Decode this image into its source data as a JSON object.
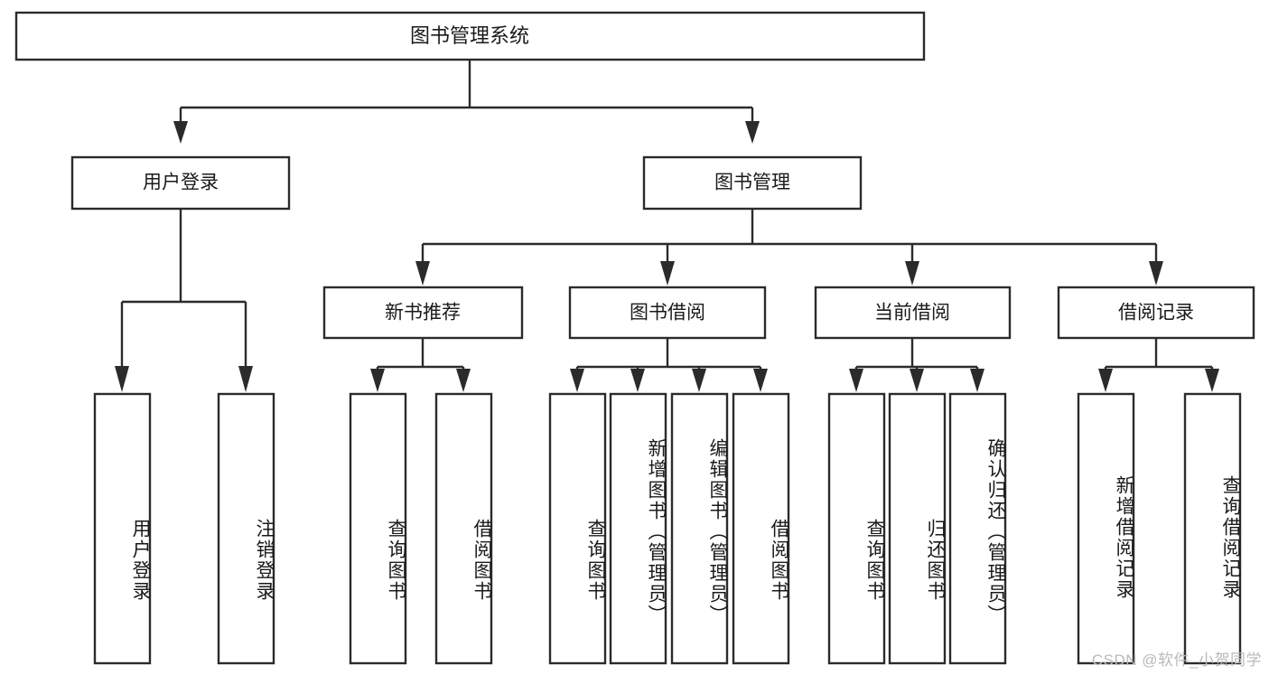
{
  "diagram": {
    "title_box": {
      "label": "图书管理系统"
    },
    "level2": [
      {
        "id": "user-login",
        "label": "用户登录"
      },
      {
        "id": "book-management",
        "label": "图书管理"
      }
    ],
    "level3": [
      {
        "id": "new-book-recommend",
        "label": "新书推荐"
      },
      {
        "id": "book-borrow",
        "label": "图书借阅"
      },
      {
        "id": "current-borrow",
        "label": "当前借阅"
      },
      {
        "id": "borrow-record",
        "label": "借阅记录"
      }
    ],
    "leaves": {
      "user_login": [
        {
          "id": "leaf-user-login",
          "label": "用户登录"
        },
        {
          "id": "leaf-logout-login",
          "label": "注销登录"
        }
      ],
      "new_book_recommend": [
        {
          "id": "leaf-query-book-1",
          "label": "查询图书"
        },
        {
          "id": "leaf-borrow-book-1",
          "label": "借阅图书"
        }
      ],
      "book_borrow": [
        {
          "id": "leaf-query-book-2",
          "label": "查询图书"
        },
        {
          "id": "leaf-add-book-admin",
          "label": "新增图书（管理员）"
        },
        {
          "id": "leaf-edit-book-admin",
          "label": "编辑图书（管理员）"
        },
        {
          "id": "leaf-borrow-book-2",
          "label": "借阅图书"
        }
      ],
      "current_borrow": [
        {
          "id": "leaf-query-book-3",
          "label": "查询图书"
        },
        {
          "id": "leaf-return-book",
          "label": "归还图书"
        },
        {
          "id": "leaf-confirm-return-admin",
          "label": "确认归还（管理员）"
        }
      ],
      "borrow_record": [
        {
          "id": "leaf-add-borrow-record",
          "label": "新增借阅记录"
        },
        {
          "id": "leaf-query-borrow-record",
          "label": "查询借阅记录"
        }
      ]
    }
  },
  "watermark": {
    "text": "CSDN @软件_小贺同学"
  },
  "colors": {
    "stroke": "#2b2b2b",
    "fill": "#ffffff",
    "text": "#1a1a1a",
    "watermark": "#b9b9b9"
  }
}
